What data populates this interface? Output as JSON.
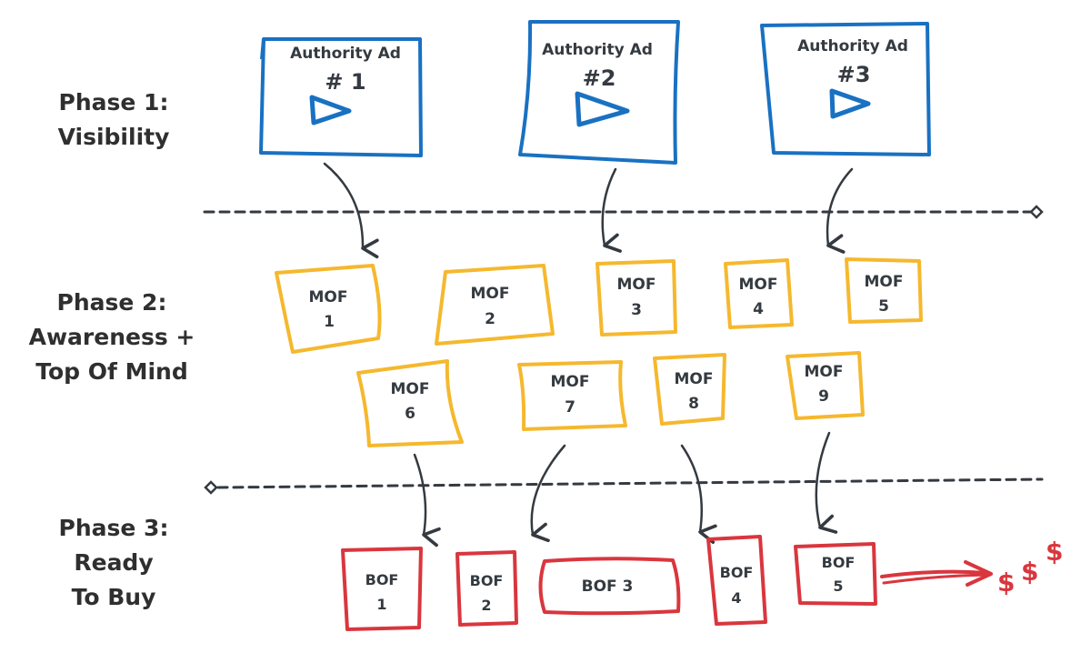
{
  "phases": [
    {
      "line1": "Phase 1:",
      "line2": "Visibility",
      "line3": ""
    },
    {
      "line1": "Phase 2:",
      "line2": "Awareness +",
      "line3": "Top Of Mind"
    },
    {
      "line1": "Phase 3:",
      "line2": "Ready",
      "line3": "To Buy"
    }
  ],
  "authority_ads": [
    {
      "title": "Authority Ad",
      "number": "# 1"
    },
    {
      "title": "Authority Ad",
      "number": "#2"
    },
    {
      "title": "Authority Ad",
      "number": "#3"
    }
  ],
  "mof_cards": [
    {
      "label": "MOF",
      "number": "1"
    },
    {
      "label": "MOF",
      "number": "2"
    },
    {
      "label": "MOF",
      "number": "3"
    },
    {
      "label": "MOF",
      "number": "4"
    },
    {
      "label": "MOF",
      "number": "5"
    },
    {
      "label": "MOF",
      "number": "6"
    },
    {
      "label": "MOF",
      "number": "7"
    },
    {
      "label": "MOF",
      "number": "8"
    },
    {
      "label": "MOF",
      "number": "9"
    }
  ],
  "bof_cards": [
    {
      "label": "BOF",
      "number": "1"
    },
    {
      "label": "BOF",
      "number": "2"
    },
    {
      "label": "BOF 3",
      "number": ""
    },
    {
      "label": "BOF",
      "number": "4"
    },
    {
      "label": "BOF",
      "number": "5"
    }
  ],
  "money": {
    "d1": "$",
    "d2": "$",
    "d3": "$"
  },
  "colors": {
    "blue": "#1971c2",
    "yellow": "#f5b82e",
    "red": "#d9363e",
    "ink": "#343a40"
  }
}
